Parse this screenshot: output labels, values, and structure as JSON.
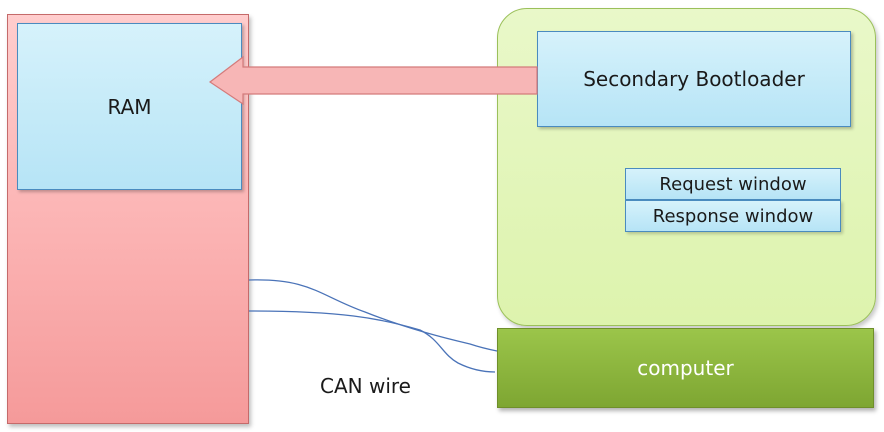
{
  "ecu": {
    "ram_label": "RAM"
  },
  "loader": {
    "title": "Secondary Bootloader",
    "request_window": "Request window",
    "response_window": "Response window"
  },
  "computer": {
    "label": "computer"
  },
  "wire": {
    "label": "CAN wire"
  },
  "colors": {
    "ecu_fill": "#fbb2b2",
    "ram_fill": "#b6e4f6",
    "loader_fill": "#ddf3ad",
    "computer_fill": "#8db83e",
    "arrow_fill": "#f7b6b6",
    "wire_color": "#4a73b8"
  }
}
